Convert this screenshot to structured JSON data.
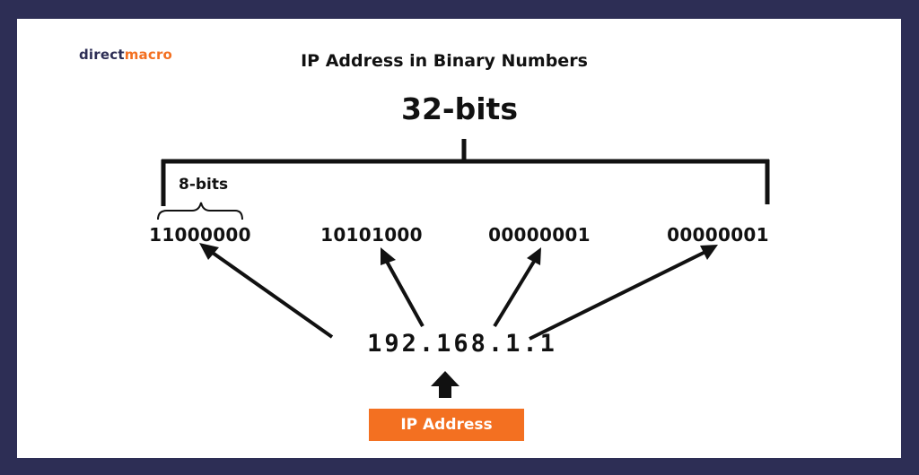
{
  "logo": {
    "part1": "direct",
    "part2": "macro"
  },
  "title": "IP Address in Binary Numbers",
  "total_bits_label": "32-bits",
  "octet_bits_label": "8-bits",
  "octets": [
    "11000000",
    "10101000",
    "00000001",
    "00000001"
  ],
  "ip_address": "192.168.1.1",
  "button_label": "IP Address",
  "colors": {
    "background": "#2d2e55",
    "card": "#ffffff",
    "accent": "#f37021",
    "ink": "#111111"
  }
}
